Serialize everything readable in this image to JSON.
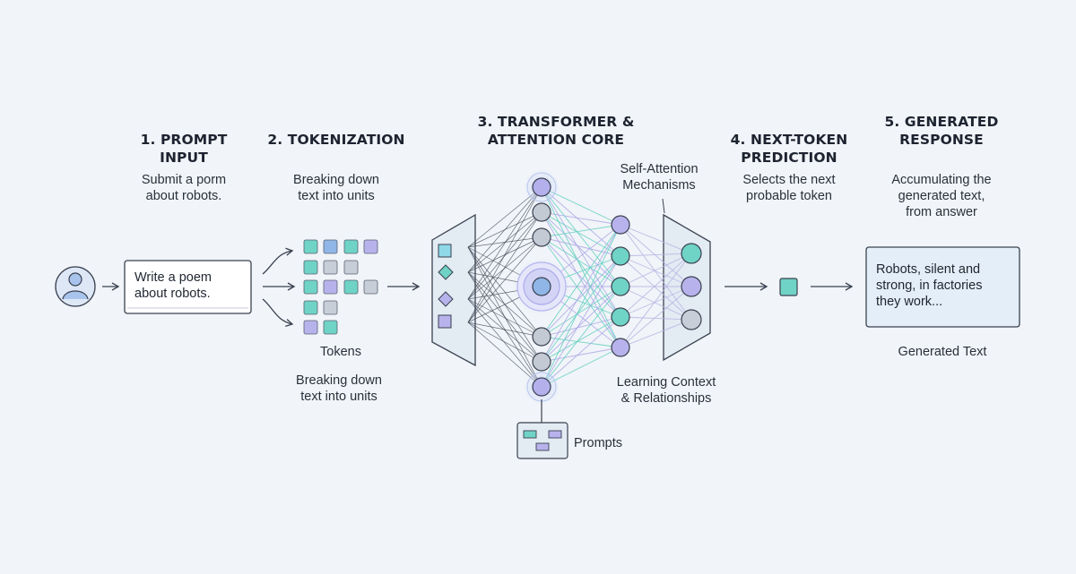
{
  "stages": [
    {
      "title": "1. PROMPT\nINPUT",
      "description": "Submit a porm\nabout robots."
    },
    {
      "title": "2. TOKENIZATION",
      "description": "Breaking down\ntext into units"
    },
    {
      "title": "3. TRANSFORMER &\nATTENTION CORE",
      "description": ""
    },
    {
      "title": "4. NEXT-TOKEN\nPREDICTION",
      "description": "Selects the next\nprobable token"
    },
    {
      "title": "5. GENERATED\nRESPONSE",
      "description": "Accumulating the\ngenerated text,\nfrom answer"
    }
  ],
  "prompt_box": {
    "text": "Write a poem\nabout robots."
  },
  "tokens": {
    "label": "Tokens",
    "caption": "Breaking down\ntext into units"
  },
  "transformer": {
    "self_attention_label": "Self-Attention\nMechanisms",
    "learning_label": "Learning Context\n& Relationships",
    "prompts_label": "Prompts"
  },
  "response_box": {
    "text": "Robots, silent and\nstrong, in factories\nthey work...",
    "label": "Generated Text"
  },
  "colors": {
    "teal": "#6fd3c6",
    "lavender": "#b8b2ec",
    "blue": "#8fb6e6",
    "gray": "#c8ced8",
    "line": "#3a4150",
    "panel": "#e3ebf3"
  }
}
